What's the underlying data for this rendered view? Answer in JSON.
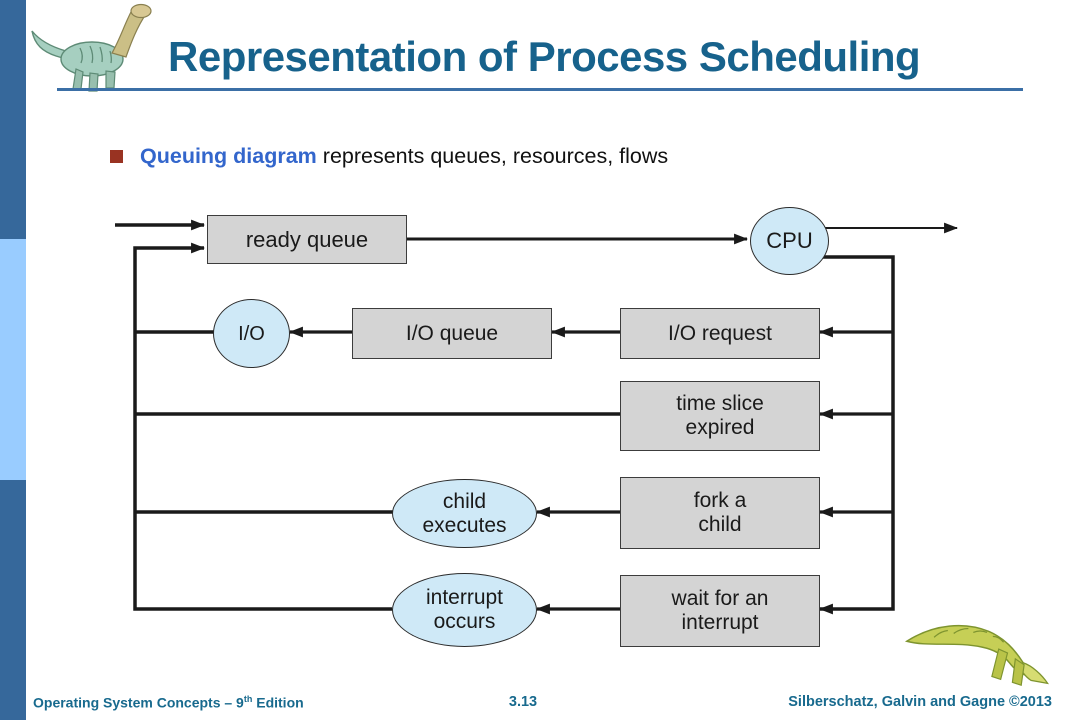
{
  "slide": {
    "title": "Representation of Process Scheduling",
    "bullet": {
      "keyword": "Queuing diagram",
      "rest": " represents queues, resources, flows"
    }
  },
  "diagram": {
    "nodes": {
      "ready_queue": "ready queue",
      "cpu": "CPU",
      "io": "I/O",
      "io_queue": "I/O queue",
      "io_request": "I/O request",
      "time_slice": "time slice\nexpired",
      "child_executes": "child\nexecutes",
      "fork_child": "fork a\nchild",
      "interrupt_occurs": "interrupt\noccurs",
      "wait_interrupt": "wait for an\ninterrupt"
    }
  },
  "footer": {
    "left_prefix": "Operating System Concepts – 9",
    "left_sup": "th",
    "left_suffix": " Edition",
    "page": "3.13",
    "right": "Silberschatz, Galvin and Gagne ©2013"
  },
  "images": {
    "header_logo": "dinosaur-logo",
    "footer_art": "dinosaur-art"
  },
  "colors": {
    "sidebar_dark": "#36689B",
    "sidebar_light": "#99CCFF",
    "title_text": "#17628C",
    "title_underline": "#3B6FA6",
    "bullet_square": "#993322",
    "bullet_keyword": "#3366CC",
    "box_fill": "#D4D4D4",
    "ellipse_fill": "#CFE9F7",
    "line": "#1A1A1A",
    "footer_text": "#186A8E"
  }
}
